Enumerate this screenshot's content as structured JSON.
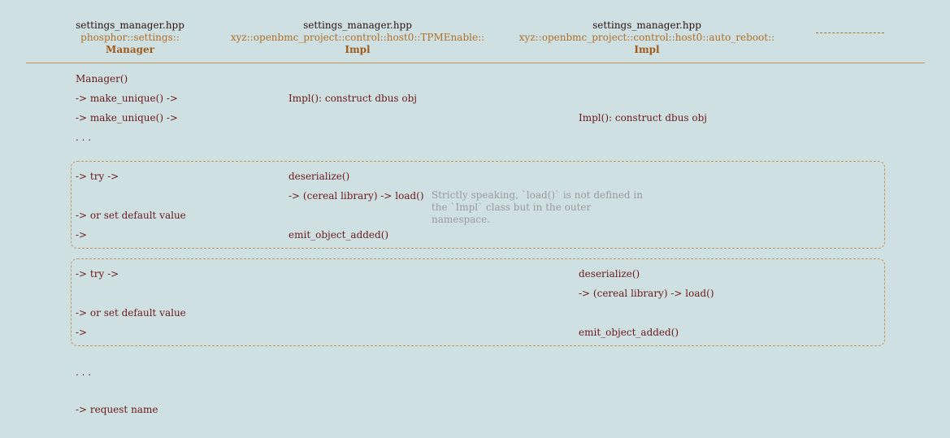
{
  "headers": [
    {
      "file": "settings_manager.hpp",
      "namespace": "phosphor::settings::",
      "class": "Manager"
    },
    {
      "file": "settings_manager.hpp",
      "namespace": "xyz::openbmc_project::control::host0::TPMEnable::",
      "class": "Impl"
    },
    {
      "file": "settings_manager.hpp",
      "namespace": "xyz::openbmc_project::control::host0::auto_reboot::",
      "class": "Impl"
    }
  ],
  "rows": {
    "manager": "Manager()",
    "make1": "-> make_unique() ->",
    "impl1": "Impl(): construct dbus obj",
    "make2": "-> make_unique() ->",
    "impl2": "Impl(): construct dbus obj",
    "ellipsis1": ". . .",
    "ellipsis2": ". . .",
    "request_name": "-> request name"
  },
  "box1": {
    "try": "-> try ->",
    "deserialize": "deserialize()",
    "load": "-> (cereal library) -> load()",
    "note": "Strictly speaking, `load()` is not defined in the `Impl` class but in the outer namespace.",
    "default": "-> or set default value",
    "arrow": "->",
    "emit": "emit_object_added()"
  },
  "box2": {
    "try": "-> try ->",
    "deserialize": "deserialize()",
    "load": "-> (cereal library) -> load()",
    "default": "-> or set default value",
    "arrow": "->",
    "emit": "emit_object_added()"
  }
}
